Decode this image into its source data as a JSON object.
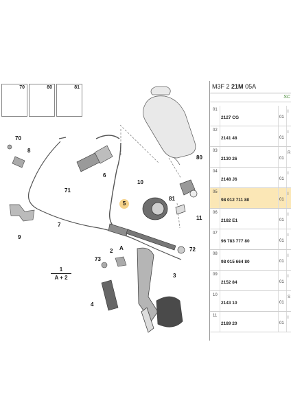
{
  "header": {
    "code_prefix": "M3F 2",
    "code_bold": "21M",
    "code_suffix": "05A",
    "sub": "SC"
  },
  "thumbs": [
    "70",
    "80",
    "81"
  ],
  "callouts": {
    "c70": "70",
    "c8": "8",
    "c71": "71",
    "c6": "6",
    "c7": "7",
    "c9": "9",
    "c10": "10",
    "c80": "80",
    "c81": "81",
    "c11": "11",
    "c5": "5",
    "c72": "72",
    "c2": "2",
    "cA": "A",
    "c73": "73",
    "c3": "3",
    "c4": "4"
  },
  "fraction": {
    "top": "1",
    "bottom": "A + 2"
  },
  "parts": [
    {
      "idx": "01",
      "ref": "2127 CG",
      "qty": "01",
      "mark": "I"
    },
    {
      "idx": "02",
      "ref": "2141 48",
      "qty": "01",
      "mark": "I"
    },
    {
      "idx": "03",
      "ref": "2130 26",
      "qty": "01",
      "mark": "R"
    },
    {
      "idx": "04",
      "ref": "2148 J6",
      "qty": "01",
      "mark": "I"
    },
    {
      "idx": "05",
      "ref": "98 012 711 80",
      "qty": "01",
      "mark": "I"
    },
    {
      "idx": "06",
      "ref": "2182 E1",
      "qty": "01",
      "mark": "I"
    },
    {
      "idx": "07",
      "ref": "96 783 777 80",
      "qty": "01",
      "mark": "I"
    },
    {
      "idx": "08",
      "ref": "98 015 664 80",
      "qty": "01",
      "mark": "I"
    },
    {
      "idx": "09",
      "ref": "2152 84",
      "qty": "01",
      "mark": "I"
    },
    {
      "idx": "10",
      "ref": "2143 10",
      "qty": "01",
      "mark": "S"
    },
    {
      "idx": "11",
      "ref": "2189 20",
      "qty": "01",
      "mark": "I"
    }
  ],
  "selected_row": "05",
  "colors": {
    "highlight": "#fbe7b6",
    "callout_highlight": "#f5d28a",
    "sub_green": "#4a8c3a"
  }
}
